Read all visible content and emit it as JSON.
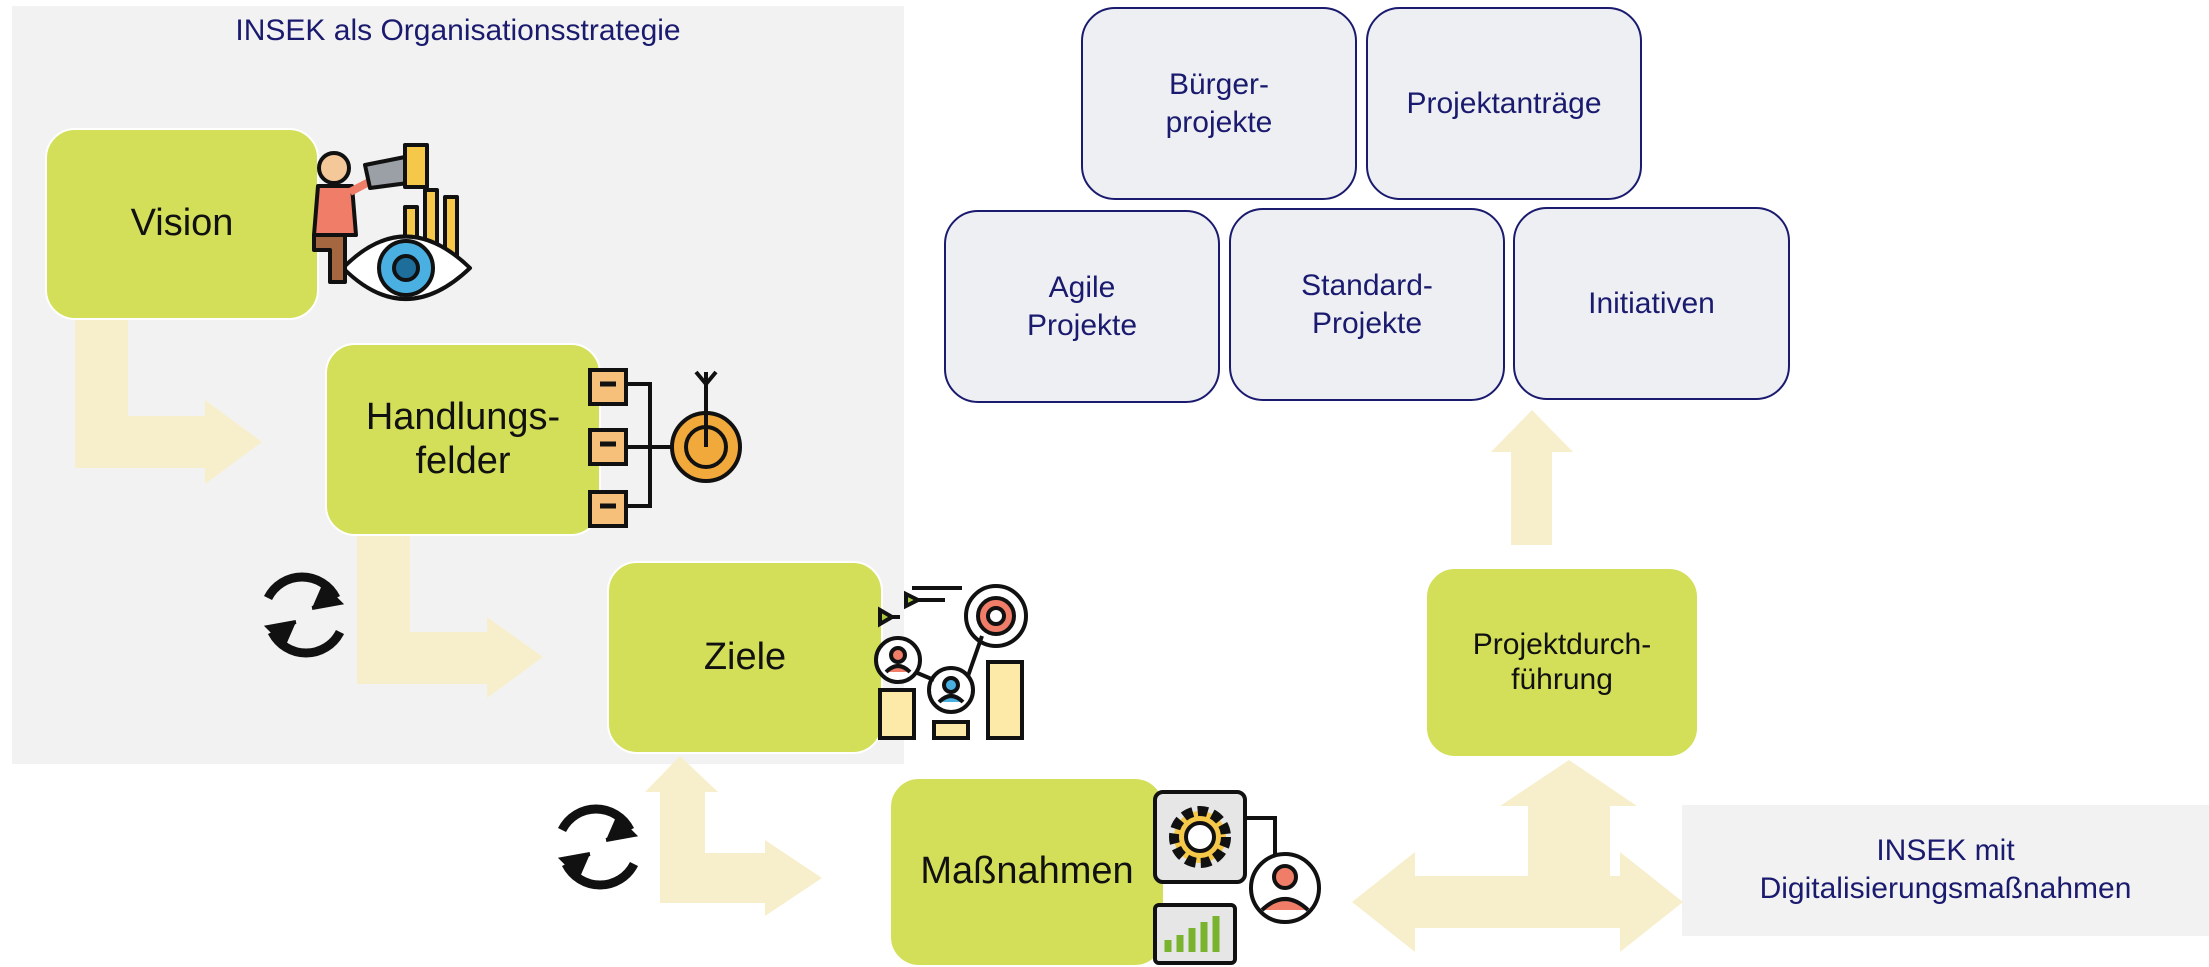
{
  "strategy_panel": {
    "title": "INSEK als Organisationsstrategie"
  },
  "steps": {
    "vision": "Vision",
    "handlungsfelder": "Handlungs-\nfelder",
    "ziele": "Ziele",
    "massnahmen": "Maßnahmen",
    "projektdurchfuehrung": "Projektdurch-\nführung"
  },
  "project_types": {
    "buergerprojekte": "Bürger-\nprojekte",
    "projektantraege": "Projektanträge",
    "agile": "Agile\nProjekte",
    "standard": "Standard-\nProjekte",
    "initiativen": "Initiativen"
  },
  "digital_panel": {
    "text": "INSEK mit\nDigitalisierungsmaßnahmen"
  },
  "colors": {
    "step_green": "#d3df58",
    "arrow_beige": "#f7efcc",
    "box_border": "#1a1a6e",
    "panel_gray": "#f2f2f2"
  },
  "icons": [
    "telescope-eye-icon",
    "target-branches-icon",
    "refresh-cycle-icon",
    "goals-people-chart-icon",
    "gear-person-chart-icon"
  ]
}
